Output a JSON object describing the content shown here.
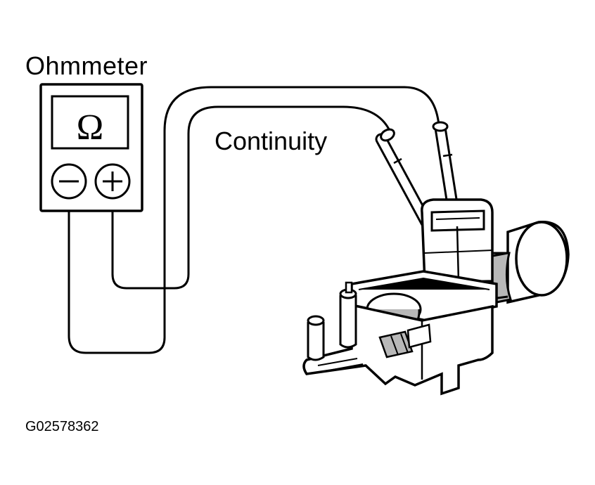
{
  "labels": {
    "meter_name": "Ohmmeter",
    "meter_symbol": "Ω",
    "negative_terminal": "−",
    "positive_terminal": "+",
    "test_condition": "Continuity",
    "figure_id": "G02578362"
  },
  "icons": {
    "meter": "ohmmeter-icon",
    "negative_terminal": "minus-circle-icon",
    "positive_terminal": "plus-circle-icon",
    "component": "vacuum-switching-valve-icon",
    "probes": "test-probe-icon"
  },
  "colors": {
    "ink": "#000000",
    "paper": "#ffffff",
    "shade": "#b8b8b8"
  }
}
